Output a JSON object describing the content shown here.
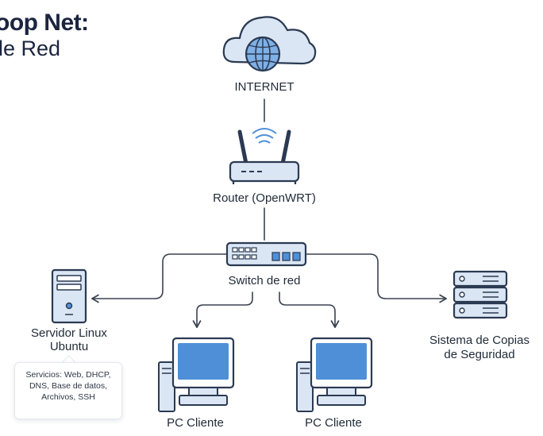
{
  "header": {
    "title": "oop Net:",
    "subtitle": "le Red"
  },
  "nodes": {
    "internet": {
      "label": "INTERNET",
      "icon": "cloud-globe-icon"
    },
    "router": {
      "label": "Router (OpenWRT)",
      "icon": "router-wifi-icon"
    },
    "switch": {
      "label": "Switch de red",
      "icon": "network-switch-icon"
    },
    "server": {
      "label_line1": "Servidor Linux",
      "label_line2": "Ubuntu",
      "icon": "server-tower-icon",
      "services_line1": "Servicios: Web, DHCP,",
      "services_line2": "DNS, Base de datos,",
      "services_line3": "Archivos, SSH"
    },
    "backup": {
      "label_line1": "Sistema de Copias",
      "label_line2": "de Seguridad",
      "icon": "storage-rack-icon"
    },
    "pc1": {
      "label": "PC Cliente",
      "icon": "desktop-pc-icon"
    },
    "pc2": {
      "label": "PC Cliente",
      "icon": "desktop-pc-icon"
    }
  },
  "colors": {
    "line": "#3a4250",
    "icon_fill": "#dbe6f4",
    "icon_stroke": "#2b3a52",
    "accent_blue": "#4f8fd8"
  }
}
